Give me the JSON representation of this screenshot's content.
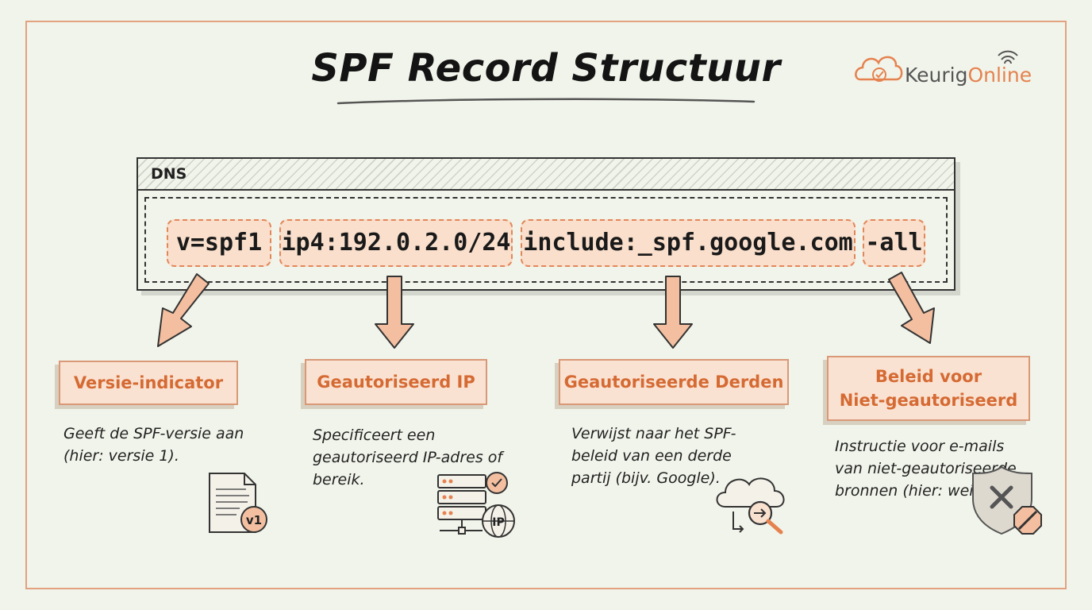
{
  "title": "SPF Record Structuur",
  "logo": {
    "name_part1": "Keurig",
    "name_part2": "Online"
  },
  "dns": {
    "label": "DNS",
    "tokens": [
      "v=spf1",
      "ip4:192.0.2.0/24",
      "include:_spf.google.com",
      "-all"
    ]
  },
  "components": [
    {
      "title": "Versie-indicator",
      "description": "Geeft de SPF-versie aan (hier: versie 1).",
      "icon": "document-v1-icon",
      "icon_text": "v1"
    },
    {
      "title": "Geautoriseerd IP",
      "description": "Specificeert een geautoriseerd IP-adres of bereik.",
      "icon": "server-ip-icon",
      "icon_text": "IP"
    },
    {
      "title": "Geautoriseerde Derden",
      "description": "Verwijst naar het SPF-beleid van een derde partij (bijv. Google).",
      "icon": "cloud-search-icon"
    },
    {
      "title_line1": "Beleid voor",
      "title_line2": "Niet-geautoriseerd",
      "description": "Instructie voor e-mails van niet-geautoriseerde bronnen (hier: weigeren).",
      "icon": "shield-block-icon"
    }
  ],
  "colors": {
    "accent": "#e5824f",
    "token_fill": "#f9dfcc",
    "label_text": "#d56a33",
    "background": "#f1f4ea"
  }
}
